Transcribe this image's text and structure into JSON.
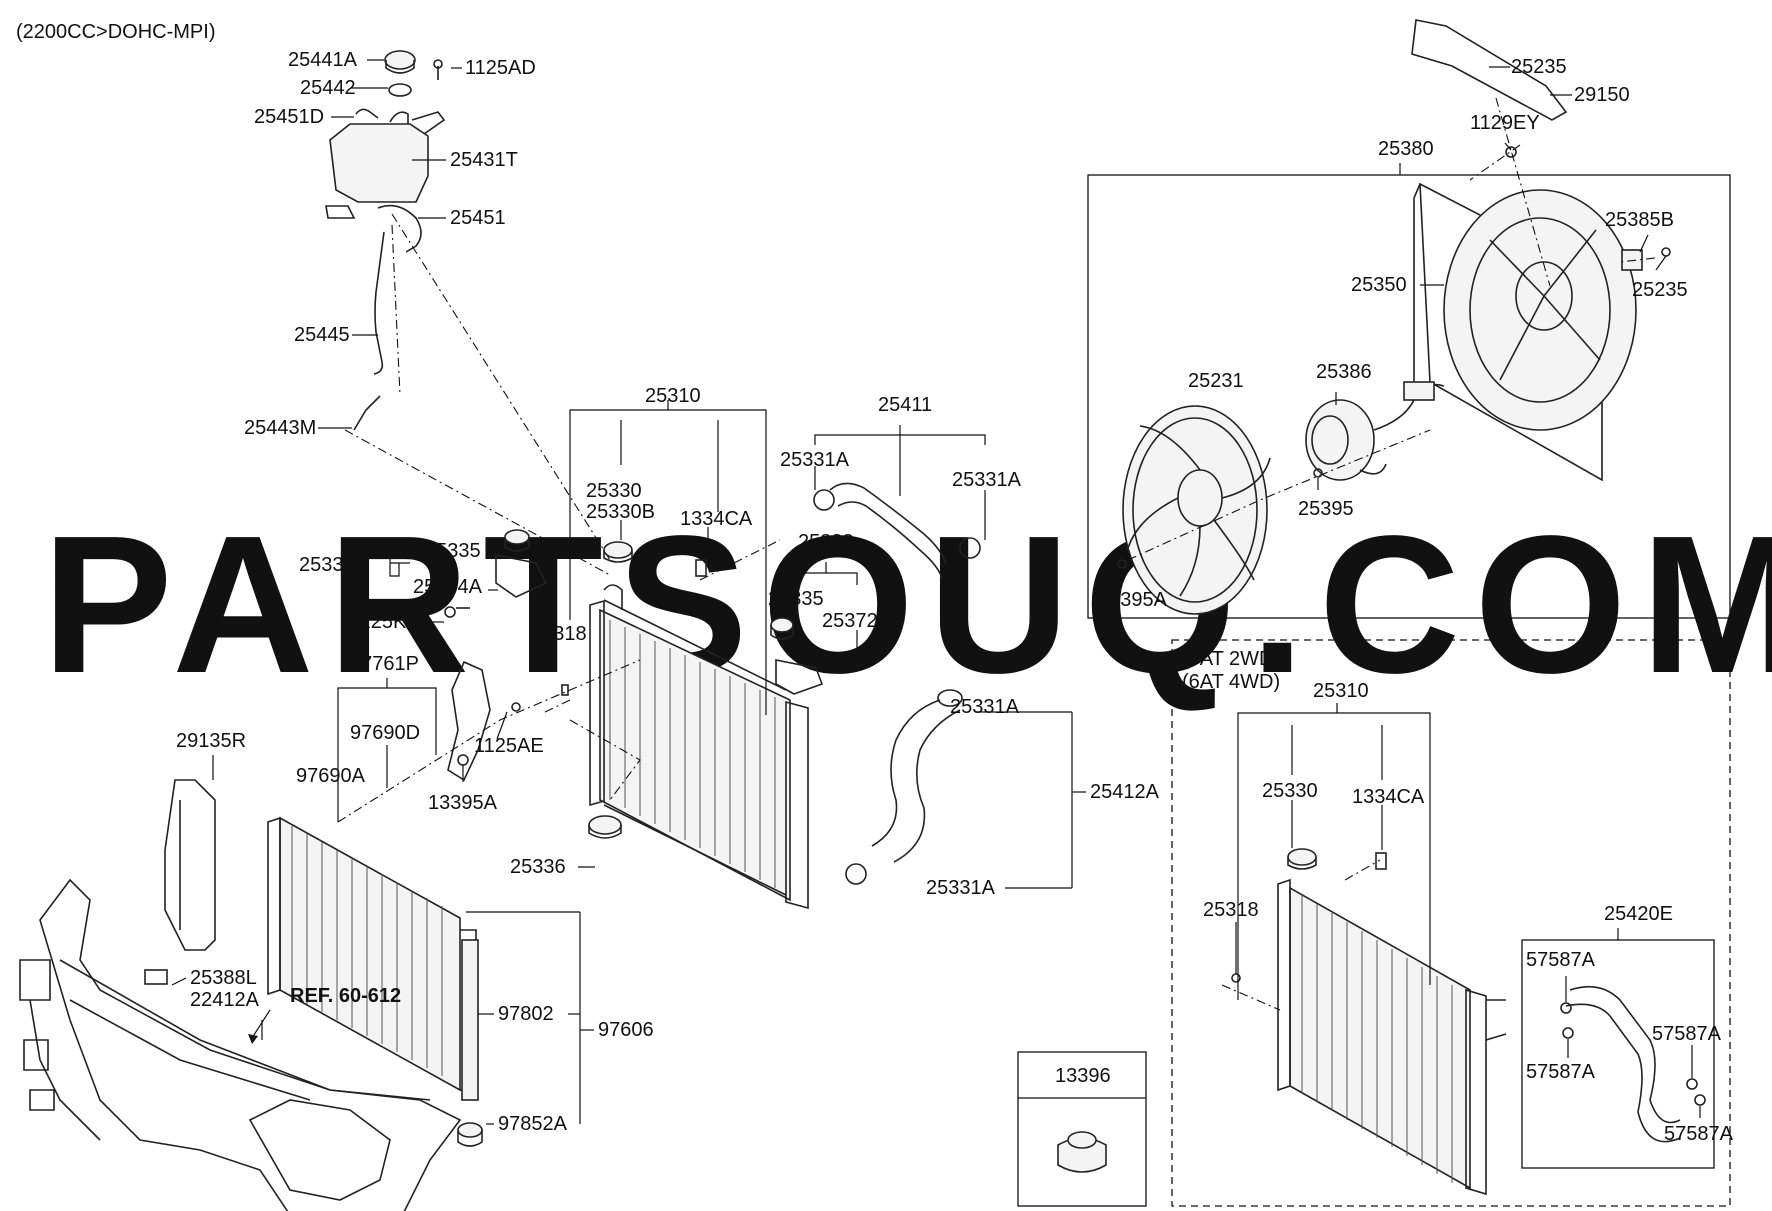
{
  "header": {
    "engine_label": "(2200CC>DOHC-MPI)"
  },
  "watermark": "PARTSOUQ.COM",
  "reference": "REF. 60-612",
  "variant_labels": {
    "line1": "(6AT 2WD)",
    "line2": "(6AT 4WD)"
  },
  "inset": {
    "title": "13396"
  },
  "labels": {
    "p25441A": "25441A",
    "p25442": "25442",
    "p1125AD": "1125AD",
    "p25451D": "25451D",
    "p25431T": "25431T",
    "p25451": "25451",
    "p25445": "25445",
    "p25443M": "25443M",
    "p25310": "25310",
    "p25411": "25411",
    "p25331A_1": "25331A",
    "p25331A_2": "25331A",
    "p25330": "25330",
    "p25330B": "25330B",
    "p1334CA": "1334CA",
    "p25333": "25333",
    "p25335_1": "25335",
    "p25333A": "25333A",
    "p25374A": "25374A",
    "p1125KD": "1125KD",
    "p25318": "25318",
    "p25335_2": "25335",
    "p25372A": "25372A",
    "p97761P": "97761P",
    "p97690D": "97690D",
    "p1125AE": "1125AE",
    "p97690A": "97690A",
    "p13395A": "13395A",
    "p29135R": "29135R",
    "p25336": "25336",
    "p25331A_3": "25331A",
    "p25412A": "25412A",
    "p25331A_4": "25331A",
    "p25388L": "25388L",
    "p22412A": "22412A",
    "p97802": "97802",
    "p97606": "97606",
    "p97852A": "97852A",
    "p25235_1": "25235",
    "p29150": "29150",
    "p1129EY": "1129EY",
    "p25380": "25380",
    "p25385B": "25385B",
    "p25350": "25350",
    "p25235_2": "25235",
    "p25231": "25231",
    "p25386": "25386",
    "p25395": "25395",
    "p25395A": "25395A",
    "p25310_b": "25310",
    "p25330_b": "25330",
    "p1334CA_b": "1334CA",
    "p25318_b": "25318",
    "p25420E": "25420E",
    "p57587A_1": "57587A",
    "p57587A_2": "57587A",
    "p57587A_3": "57587A",
    "p57587A_4": "57587A"
  }
}
